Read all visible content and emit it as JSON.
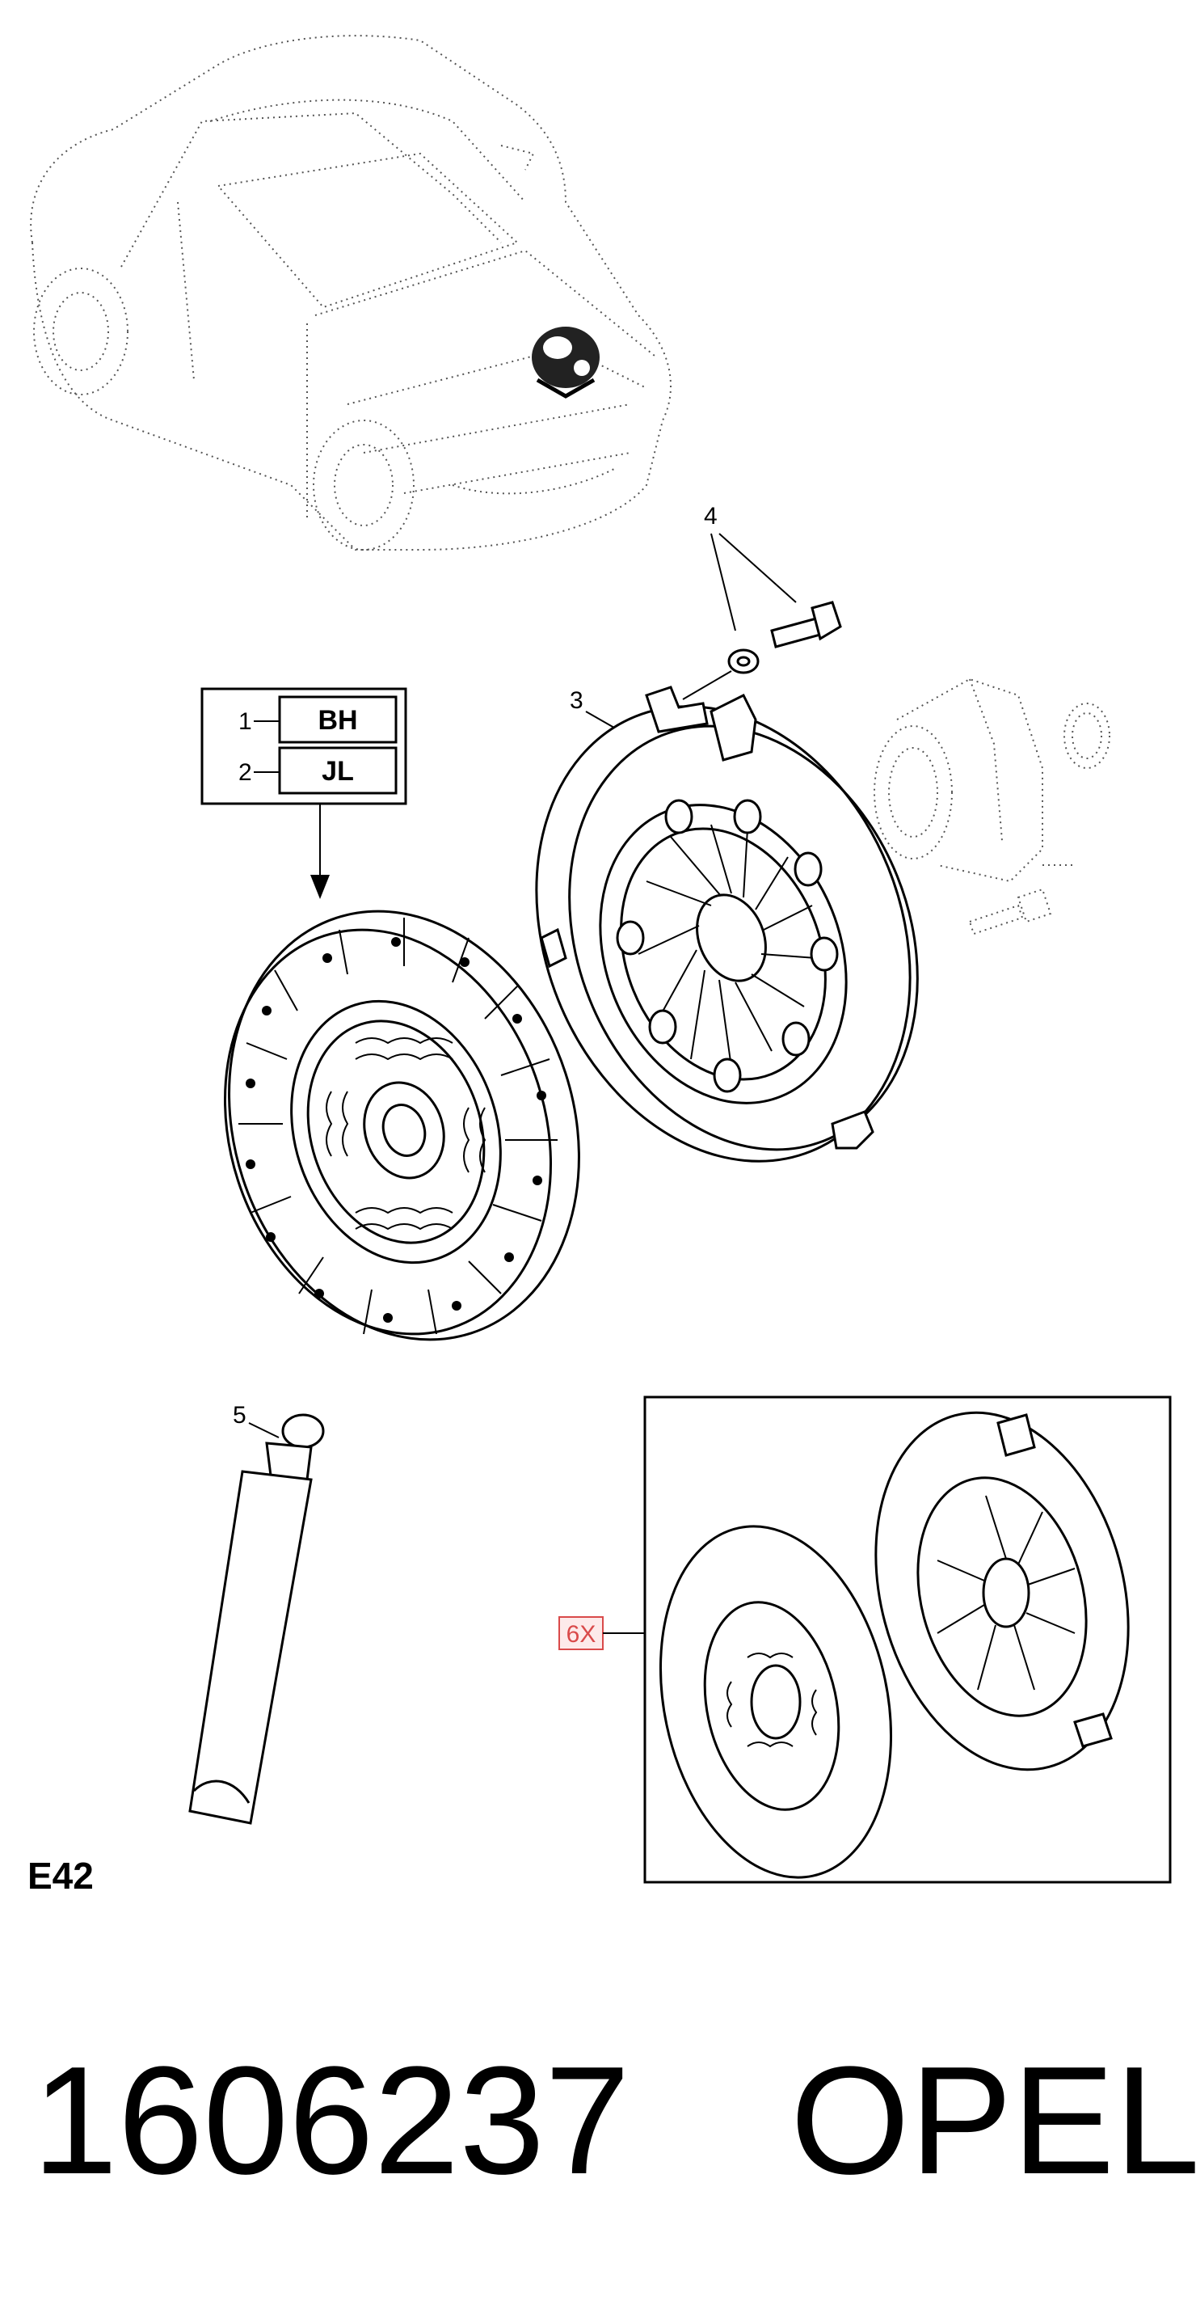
{
  "callouts": {
    "c1": "1",
    "c2": "2",
    "c3": "3",
    "c4": "4",
    "c5": "5"
  },
  "variant_codes": {
    "row1": "BH",
    "row2": "JL"
  },
  "kit_quantity": "6X",
  "group_code": "E42",
  "part_number": "1606237",
  "brand": "OPEL",
  "colors": {
    "quantity_marker": "#d94a4a",
    "line": "#000000"
  },
  "icons": [
    "car-locator-icon",
    "clutch-disc-icon",
    "pressure-plate-icon",
    "release-bearing-icon",
    "bolt-icon",
    "grease-tube-icon"
  ]
}
